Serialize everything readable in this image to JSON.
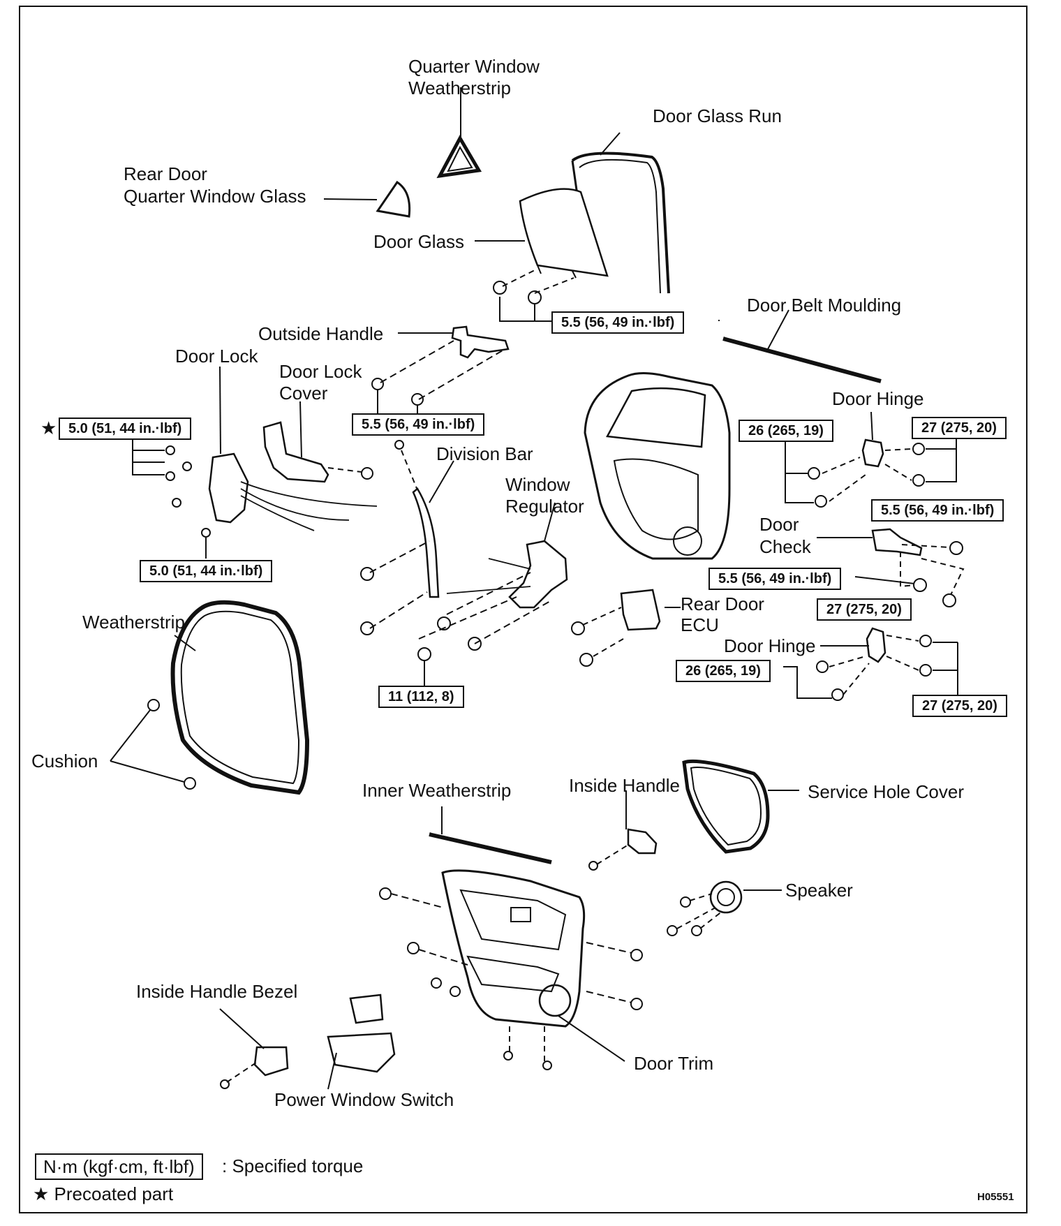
{
  "labels": {
    "quarter_window_weatherstrip_1": "Quarter Window",
    "quarter_window_weatherstrip_2": "Weatherstrip",
    "door_glass_run": "Door Glass Run",
    "rear_door_quarter_window_glass_1": "Rear Door",
    "rear_door_quarter_window_glass_2": "Quarter Window Glass",
    "door_glass": "Door Glass",
    "door_belt_moulding": "Door Belt Moulding",
    "outside_handle": "Outside Handle",
    "door_lock": "Door Lock",
    "door_lock_cover_1": "Door Lock",
    "door_lock_cover_2": "Cover",
    "door_hinge_upper": "Door Hinge",
    "division_bar": "Division Bar",
    "window_regulator_1": "Window",
    "window_regulator_2": "Regulator",
    "door_check_1": "Door",
    "door_check_2": "Check",
    "weatherstrip": "Weatherstrip",
    "rear_door_ecu_1": "Rear Door",
    "rear_door_ecu_2": "ECU",
    "door_hinge_lower": "Door Hinge",
    "cushion": "Cushion",
    "inner_weatherstrip": "Inner Weatherstrip",
    "inside_handle": "Inside Handle",
    "service_hole_cover": "Service Hole Cover",
    "speaker": "Speaker",
    "inside_handle_bezel": "Inside Handle Bezel",
    "door_trim": "Door Trim",
    "power_window_switch": "Power Window Switch"
  },
  "torques": {
    "door_glass": "5.5 (56, 49 in.·lbf)",
    "outside_handle": "5.5 (56, 49 in.·lbf)",
    "door_lock_upper": "5.0 (51, 44 in.·lbf)",
    "door_lock_lower": "5.0 (51, 44 in.·lbf)",
    "hinge_upper_body": "26 (265, 19)",
    "hinge_upper_door": "27 (275, 20)",
    "door_check_body": "5.5 (56, 49 in.·lbf)",
    "door_check_door": "5.5 (56, 49 in.·lbf)",
    "door_check_bolt": "27 (275, 20)",
    "hinge_lower_body": "26 (265, 19)",
    "hinge_lower_door": "27 (275, 20)",
    "regulator": "11 (112, 8)"
  },
  "precoated_marker": "★",
  "legend": {
    "torque_unit": "N·m (kgf·cm, ft·lbf)",
    "torque_text": ": Specified torque",
    "precoated_text": "★ Precoated part"
  },
  "figure_code": "H05551"
}
